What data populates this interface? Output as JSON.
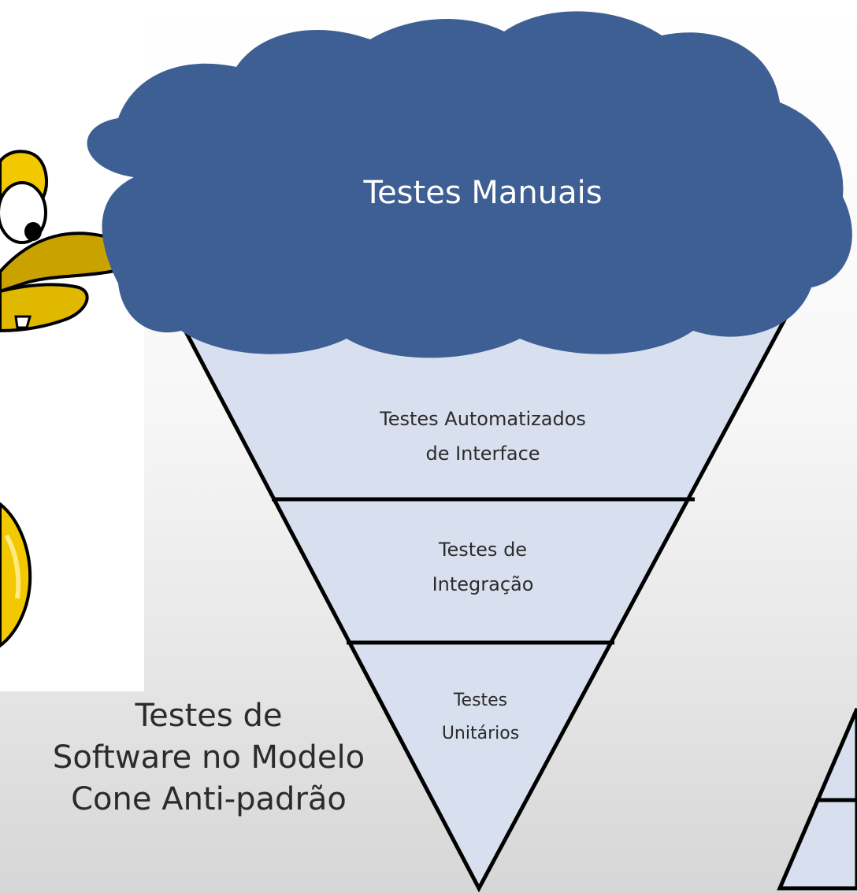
{
  "cloud": {
    "label": "Testes Manuais",
    "color": "#3e5f93",
    "text_color": "#ffffff"
  },
  "cone": {
    "fill": "#d8dfee",
    "stroke": "#000000",
    "layers": [
      {
        "lines": [
          "Testes Automatizados",
          "de Interface"
        ]
      },
      {
        "lines": [
          "Testes de",
          "Integração"
        ]
      },
      {
        "lines": [
          "Testes",
          "Unitários"
        ]
      }
    ]
  },
  "caption": {
    "lines": [
      "Testes de",
      "Software no Modelo",
      "Cone Anti-padrão"
    ]
  },
  "mascot": {
    "icon": "duck-cartoon-icon",
    "color": "#f2c800"
  },
  "pyramid_partial": {
    "icon": "pyramid-fragment-icon"
  }
}
